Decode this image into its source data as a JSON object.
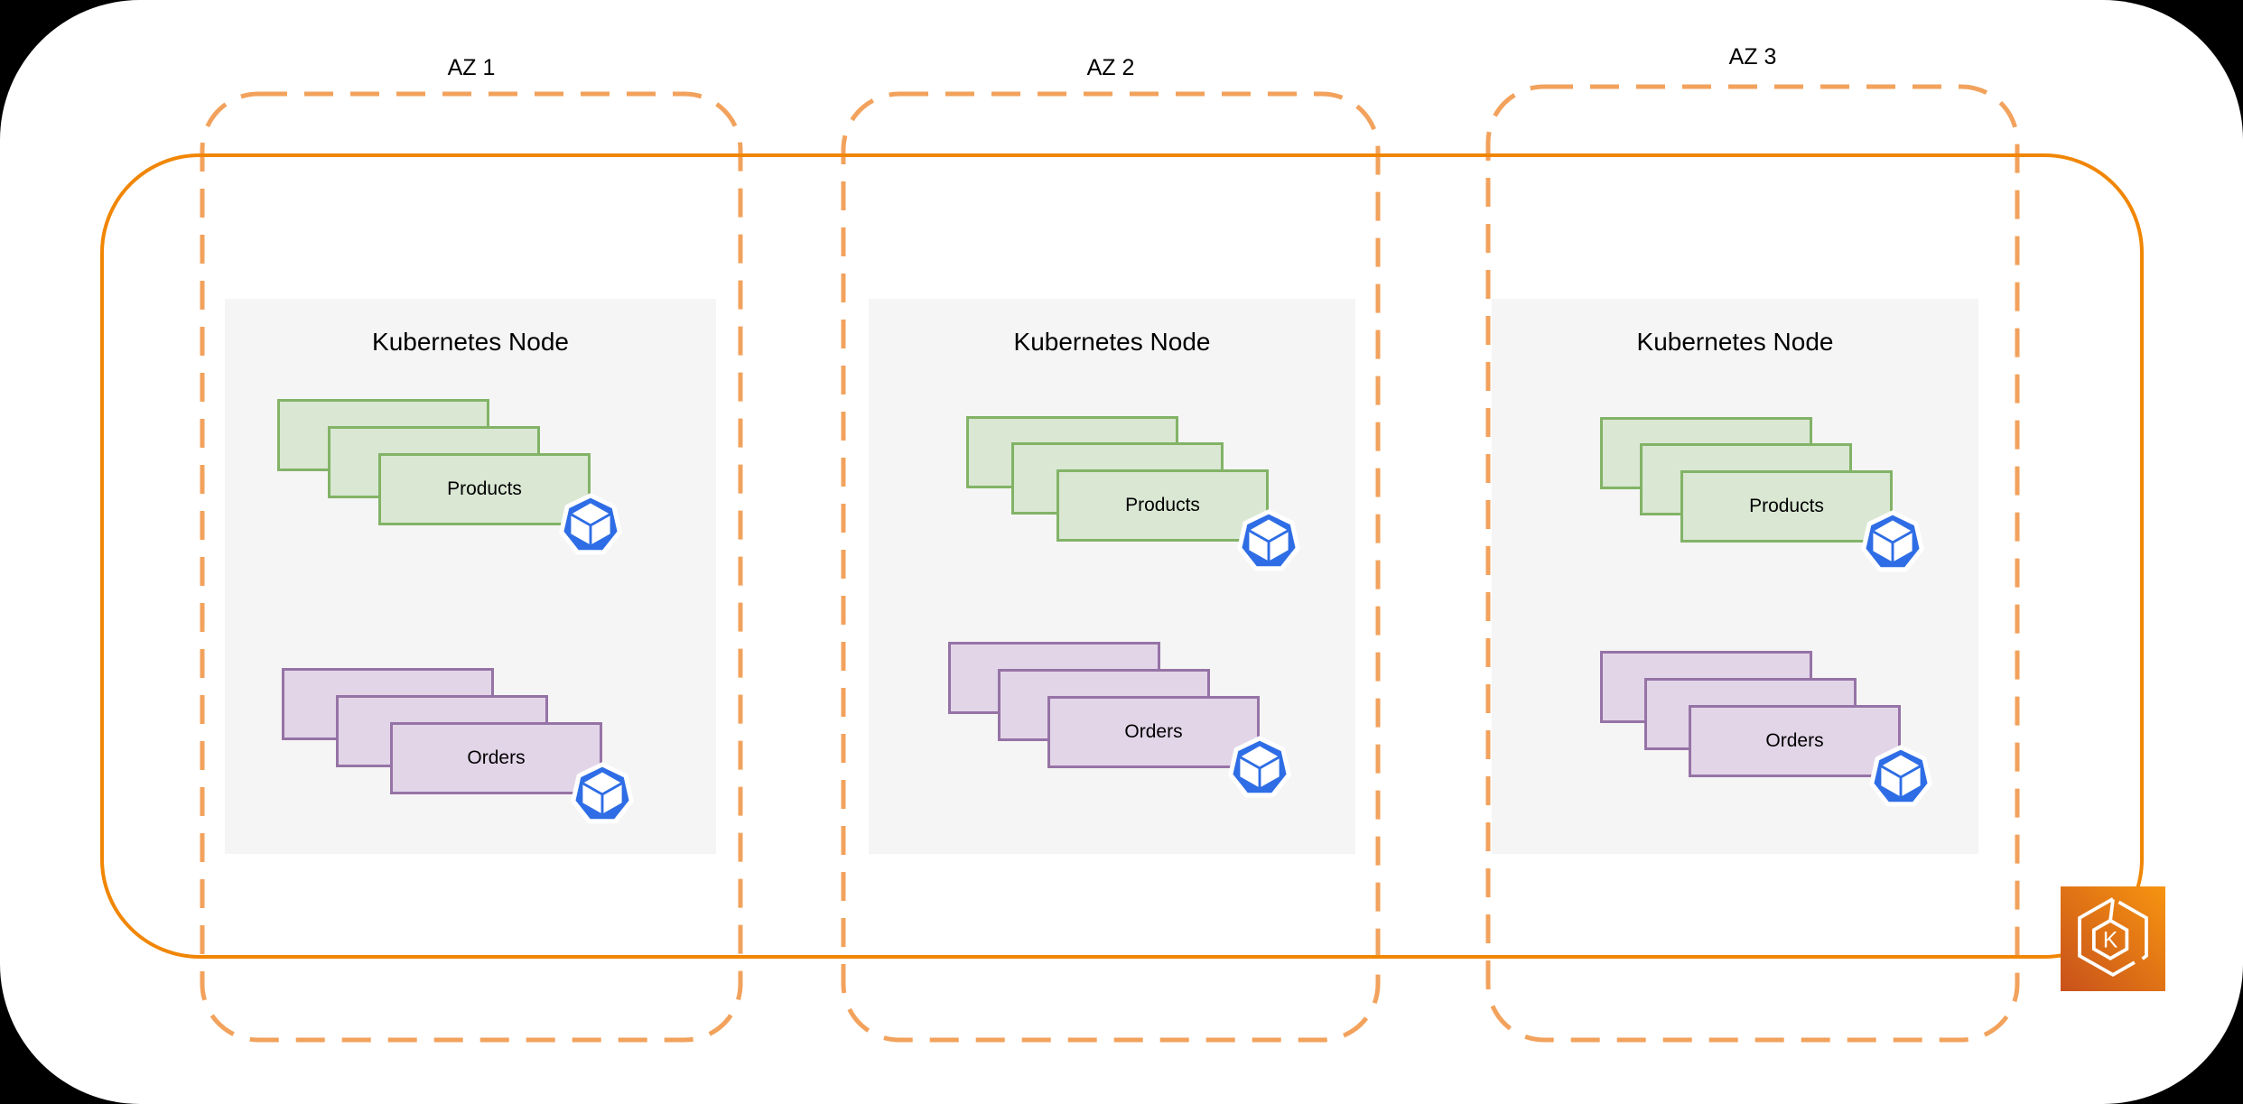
{
  "zones": [
    {
      "label": "AZ 1",
      "node_title": "Kubernetes Node",
      "stacks": [
        {
          "label": "Products",
          "replicas": 3,
          "icon": "kubernetes-pod-icon"
        },
        {
          "label": "Orders",
          "replicas": 3,
          "icon": "kubernetes-pod-icon"
        }
      ]
    },
    {
      "label": "AZ 2",
      "node_title": "Kubernetes Node",
      "stacks": [
        {
          "label": "Products",
          "replicas": 3,
          "icon": "kubernetes-pod-icon"
        },
        {
          "label": "Orders",
          "replicas": 3,
          "icon": "kubernetes-pod-icon"
        }
      ]
    },
    {
      "label": "AZ 3",
      "node_title": "Kubernetes Node",
      "stacks": [
        {
          "label": "Products",
          "replicas": 3,
          "icon": "kubernetes-pod-icon"
        },
        {
          "label": "Orders",
          "replicas": 3,
          "icon": "kubernetes-pod-icon"
        }
      ]
    }
  ],
  "cluster": {
    "icon": "amazon-eks-icon",
    "icon_letter": "K"
  },
  "colors": {
    "page_background": "#000000",
    "canvas": "#ffffff",
    "cluster_border": "#f18605",
    "az_dashed_border": "#f2a25c",
    "node_fill": "#f5f5f5",
    "products_fill": "#d9e7d3",
    "products_border": "#82b366",
    "orders_fill": "#e2d5e8",
    "orders_border": "#9673a6",
    "pod_blue": "#2e6de5",
    "eks_gradient_dark": "#c8511b",
    "eks_gradient_light": "#f79410",
    "text": "#000000"
  }
}
